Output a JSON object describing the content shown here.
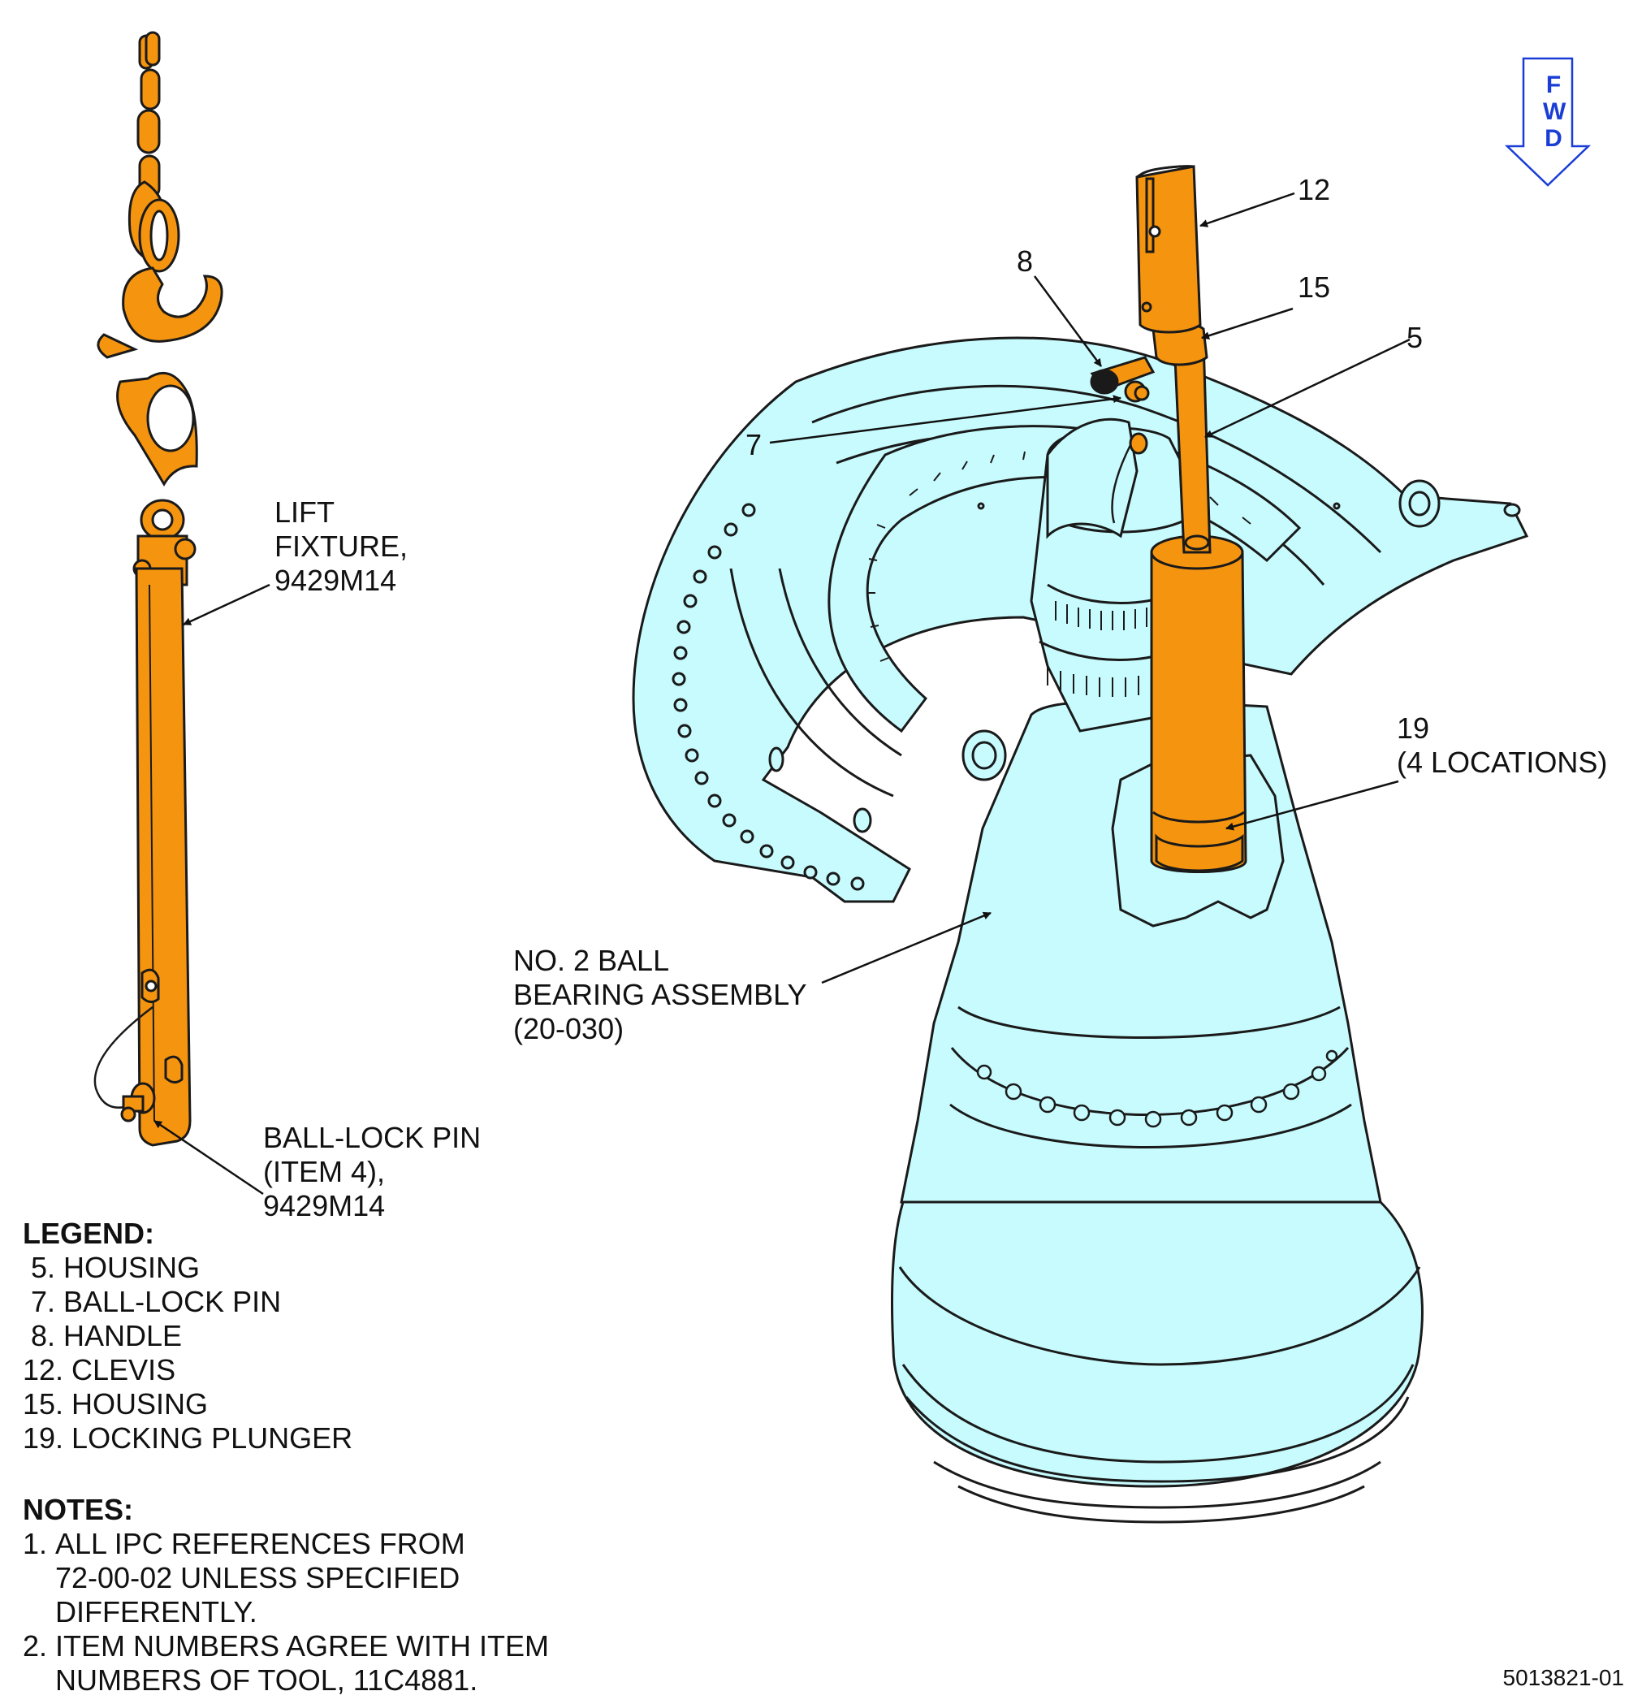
{
  "figure": {
    "orientation_label": [
      "F",
      "W",
      "D"
    ],
    "figure_number": "5013821-01",
    "colors": {
      "tool_orange": "#f5940f",
      "engine_cyan": "#c8fbfe",
      "outline": "#1a1a1a",
      "fwd_blue": "#1a3dd6"
    }
  },
  "callouts": {
    "lift_fixture": "LIFT\nFIXTURE,\n9429M14",
    "ball_lock_pin": "BALL-LOCK PIN\n(ITEM 4),\n9429M14",
    "bearing_assembly": "NO. 2 BALL\nBEARING ASSEMBLY\n(20-030)",
    "item_12": "12",
    "item_15": "15",
    "item_8": "8",
    "item_5": "5",
    "item_7": "7",
    "item_19": "19\n(4 LOCATIONS)"
  },
  "legend": {
    "title": "LEGEND:",
    "items": [
      " 5. HOUSING",
      " 7. BALL-LOCK PIN",
      " 8. HANDLE",
      "12. CLEVIS",
      "15. HOUSING",
      "19. LOCKING PLUNGER"
    ]
  },
  "notes": {
    "title": "NOTES:",
    "items": [
      {
        "num": "1.",
        "text": "ALL IPC REFERENCES FROM\n72-00-02 UNLESS SPECIFIED\nDIFFERENTLY."
      },
      {
        "num": "2.",
        "text": "ITEM NUMBERS AGREE WITH ITEM\nNUMBERS OF TOOL, 11C4881."
      }
    ]
  }
}
